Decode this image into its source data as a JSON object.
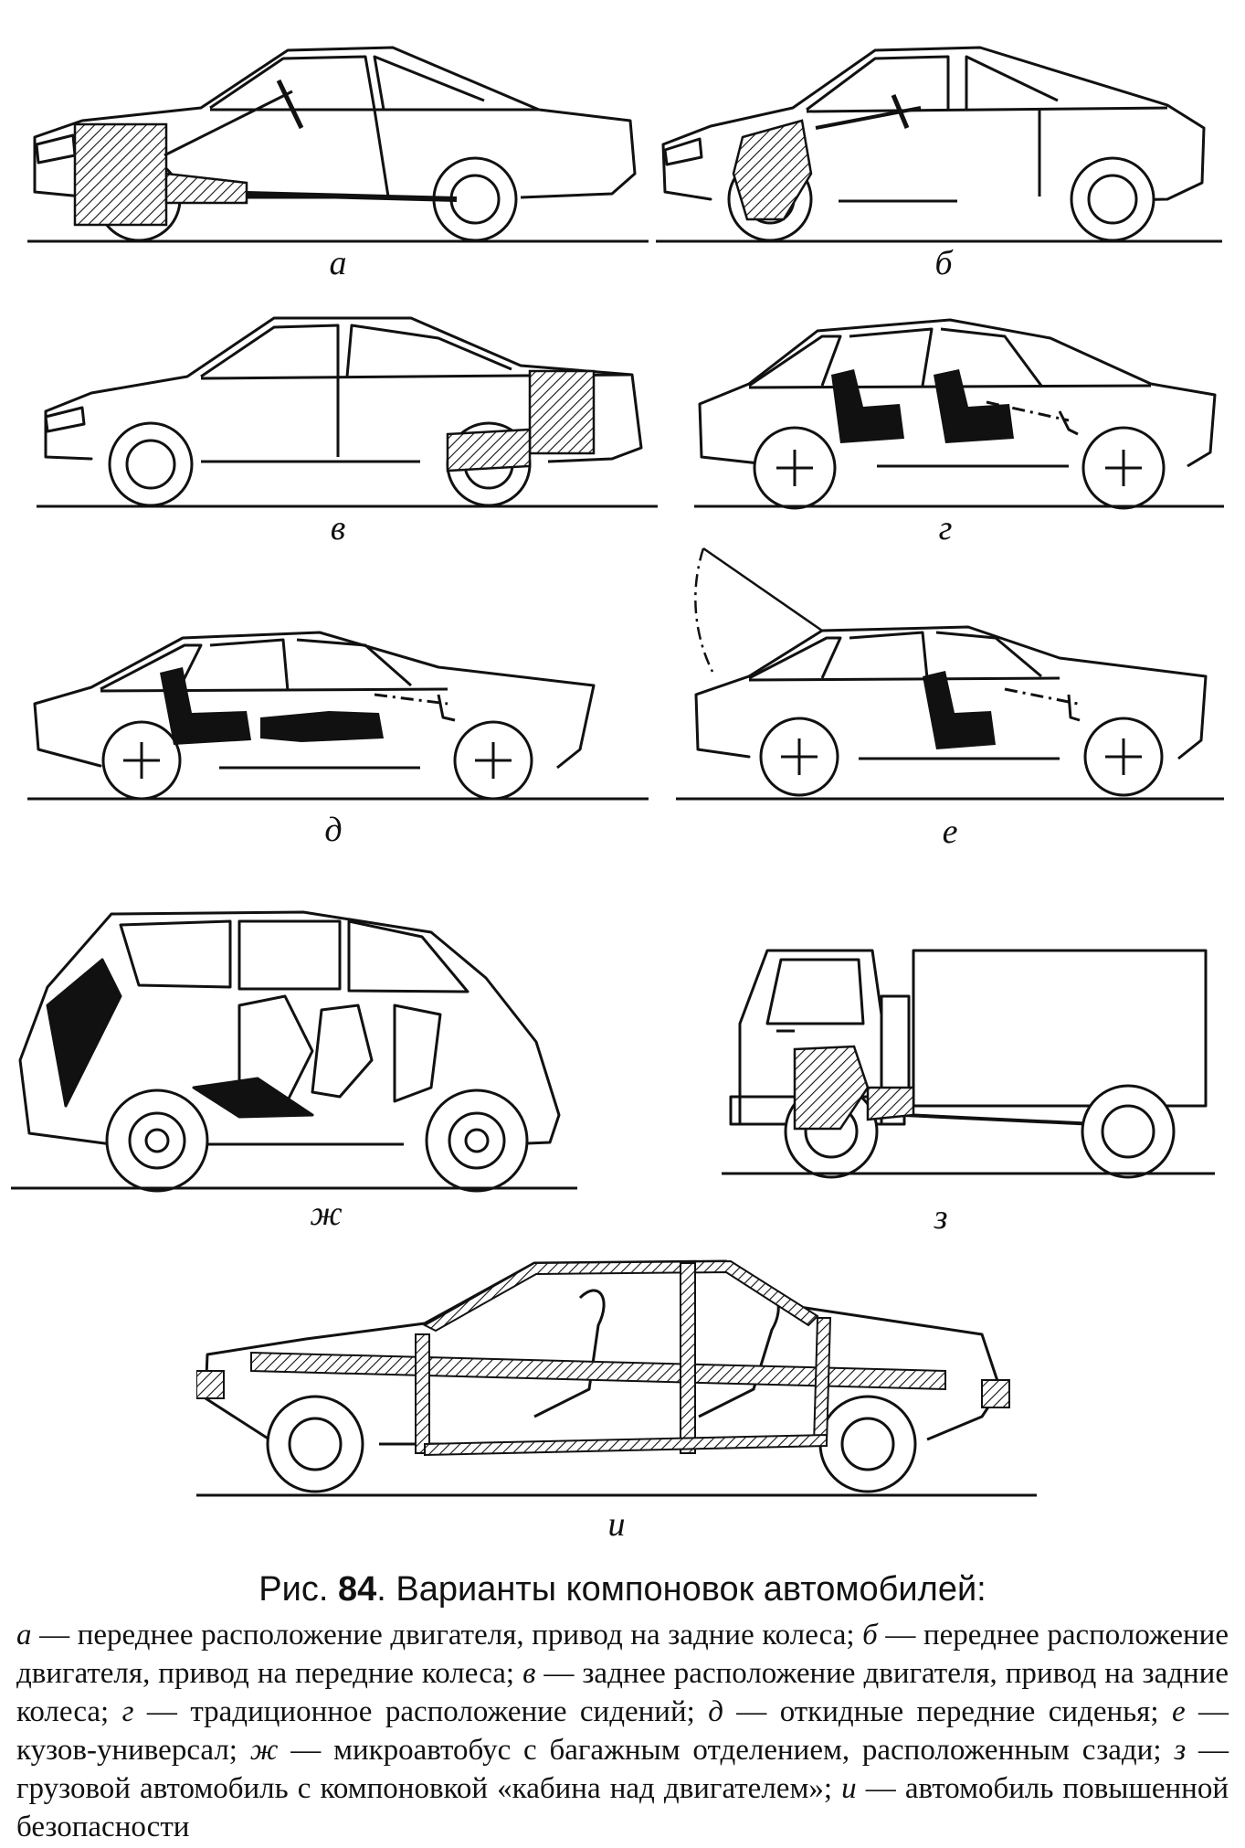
{
  "figure": {
    "panels": [
      {
        "key": "a",
        "label": "а"
      },
      {
        "key": "b",
        "label": "б"
      },
      {
        "key": "v",
        "label": "в"
      },
      {
        "key": "g",
        "label": "г"
      },
      {
        "key": "d",
        "label": "д"
      },
      {
        "key": "e",
        "label": "е"
      },
      {
        "key": "zh",
        "label": "ж"
      },
      {
        "key": "z",
        "label": "з"
      },
      {
        "key": "i",
        "label": "и"
      }
    ]
  },
  "caption": {
    "prefix": "Рис.",
    "number": "84",
    "title": ". Варианты компоновок автомобилей:",
    "items": [
      {
        "letter": "а",
        "text": " — переднее расположение двигателя, привод на задние колеса; "
      },
      {
        "letter": "б",
        "text": " — переднее расположение двигателя, привод на передние колеса; "
      },
      {
        "letter": "в",
        "text": " — заднее расположение двигателя, привод на задние колеса; "
      },
      {
        "letter": "г",
        "text": " — традиционное расположение сидений; "
      },
      {
        "letter": "д",
        "text": " — откидные передние сиденья; "
      },
      {
        "letter": "е",
        "text": " — кузов-универсал; "
      },
      {
        "letter": "ж",
        "text": " — микроавтобус с багажным отделением, расположенным сзади; "
      },
      {
        "letter": "з",
        "text": " — грузовой автомобиль с компоновкой «кабина над двигателем»; "
      },
      {
        "letter": "и",
        "text": " — автомобиль повышенной безопасности"
      }
    ]
  }
}
